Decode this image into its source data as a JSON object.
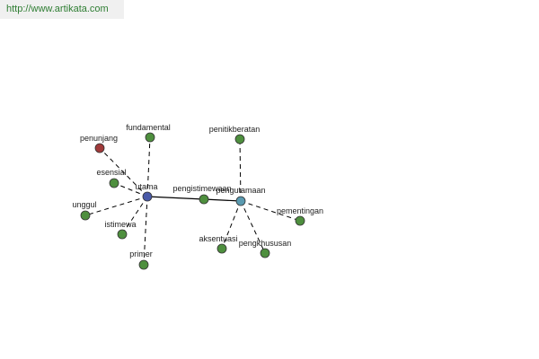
{
  "header": {
    "url": "http://www.artikata.com"
  },
  "graph": {
    "colors": {
      "center": "#4a5aa8",
      "secondary_center": "#5a9ab0",
      "synonym": "#4e8f3e",
      "highlight": "#a03a3a",
      "stroke": "#333333"
    },
    "nodes": [
      {
        "id": "utama",
        "label": "utama",
        "role": "center"
      },
      {
        "id": "pengutamaan",
        "label": "pengutamaan",
        "role": "secondary_center"
      },
      {
        "id": "pengistimewaan",
        "label": "pengistimewaan",
        "role": "synonym"
      },
      {
        "id": "penunjang",
        "label": "penunjang",
        "role": "highlight"
      },
      {
        "id": "fundamental",
        "label": "fundamental",
        "role": "synonym"
      },
      {
        "id": "esensial",
        "label": "esensial",
        "role": "synonym"
      },
      {
        "id": "unggul",
        "label": "unggul",
        "role": "synonym"
      },
      {
        "id": "istimewa",
        "label": "istimewa",
        "role": "synonym"
      },
      {
        "id": "primer",
        "label": "primer",
        "role": "synonym"
      },
      {
        "id": "penitikberatan",
        "label": "penitikberatan",
        "role": "synonym"
      },
      {
        "id": "pementingan",
        "label": "pementingan",
        "role": "synonym"
      },
      {
        "id": "aksentuasi",
        "label": "aksentuasi",
        "role": "synonym"
      },
      {
        "id": "pengkhususan",
        "label": "pengkhususan",
        "role": "synonym"
      }
    ],
    "edges": [
      {
        "from": "utama",
        "to": "penunjang",
        "style": "dashed"
      },
      {
        "from": "utama",
        "to": "fundamental",
        "style": "dashed"
      },
      {
        "from": "utama",
        "to": "esensial",
        "style": "dashed"
      },
      {
        "from": "utama",
        "to": "unggul",
        "style": "dashed"
      },
      {
        "from": "utama",
        "to": "istimewa",
        "style": "dashed"
      },
      {
        "from": "utama",
        "to": "primer",
        "style": "dashed"
      },
      {
        "from": "utama",
        "to": "pengistimewaan",
        "style": "solid"
      },
      {
        "from": "pengistimewaan",
        "to": "pengutamaan",
        "style": "solid"
      },
      {
        "from": "pengutamaan",
        "to": "penitikberatan",
        "style": "dashed"
      },
      {
        "from": "pengutamaan",
        "to": "pementingan",
        "style": "dashed"
      },
      {
        "from": "pengutamaan",
        "to": "aksentuasi",
        "style": "dashed"
      },
      {
        "from": "pengutamaan",
        "to": "pengkhususan",
        "style": "dashed"
      }
    ]
  }
}
